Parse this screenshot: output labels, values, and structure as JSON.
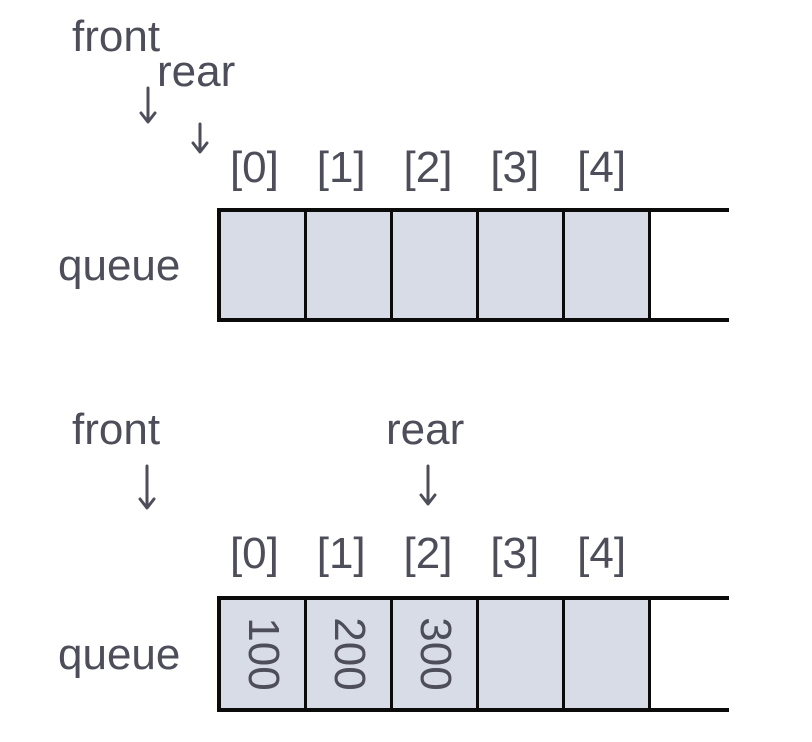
{
  "colors": {
    "text": "#4d4e5a",
    "cell_fill": "#d7dce6",
    "line": "#0b0b0b",
    "background": "#ffffff"
  },
  "diagrams": [
    {
      "id": "empty-queue",
      "queue_label": "queue",
      "front_label": "front",
      "rear_label": "rear",
      "indices": [
        "[0]",
        "[1]",
        "[2]",
        "[3]",
        "[4]"
      ],
      "values": [
        "",
        "",
        "",
        "",
        ""
      ]
    },
    {
      "id": "queue-with-three-elements",
      "queue_label": "queue",
      "front_label": "front",
      "rear_label": "rear",
      "indices": [
        "[0]",
        "[1]",
        "[2]",
        "[3]",
        "[4]"
      ],
      "values": [
        "100",
        "200",
        "300",
        "",
        ""
      ]
    }
  ]
}
